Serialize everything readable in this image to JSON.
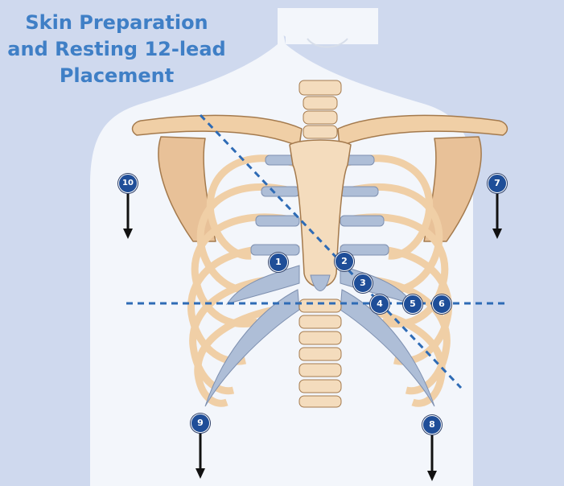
{
  "title": {
    "line1": "Skin Preparation",
    "line2": "and Resting 12-lead",
    "line3": "Placement"
  },
  "colors": {
    "background": "#cfd9ee",
    "body": "#f3f6fb",
    "title": "#3f7fc6",
    "marker": "#1f4e98",
    "guide_line": "#2e6bb5",
    "bone": "#f0cfa6",
    "cartilage": "#aebed7"
  },
  "electrodes": {
    "e1": "1",
    "e2": "2",
    "e3": "3",
    "e4": "4",
    "e5": "5",
    "e6": "6",
    "e7": "7",
    "e8": "8",
    "e9": "9",
    "e10": "10"
  },
  "icons": [
    "arrow-down-icon",
    "electrode-marker"
  ]
}
